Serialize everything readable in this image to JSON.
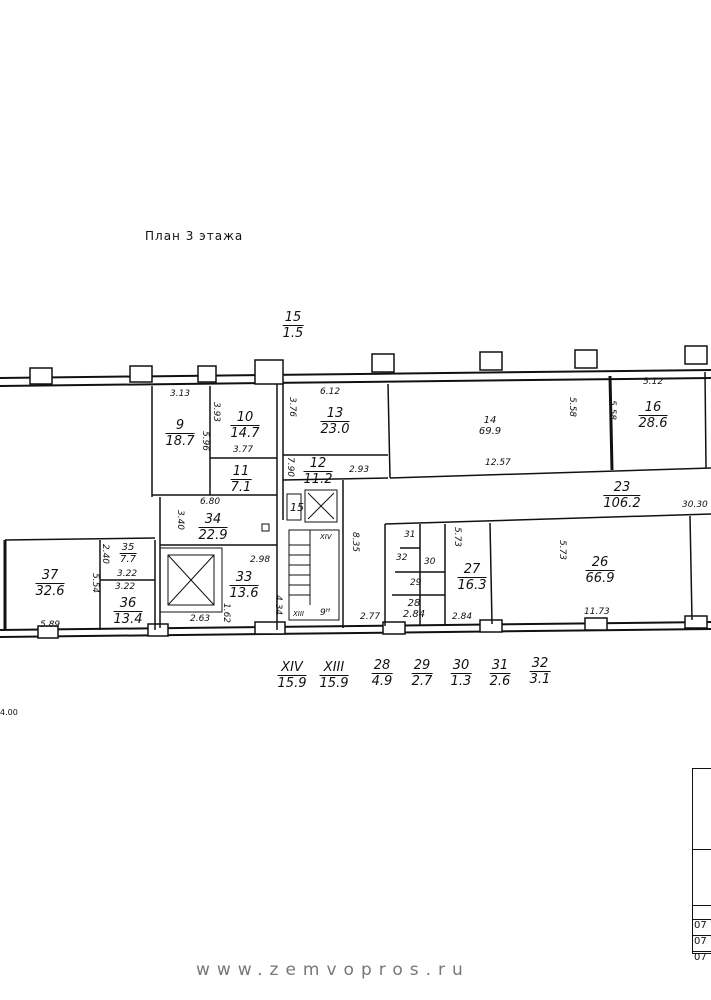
{
  "title": "План 3 этажа",
  "watermark": "www.zemvopros.ru",
  "scale_text": "4.00",
  "top_label": {
    "n": "15",
    "a": "1.5"
  },
  "rooms": [
    {
      "n": "9",
      "a": "18.7"
    },
    {
      "n": "10",
      "a": "14.7"
    },
    {
      "n": "11",
      "a": "7.1"
    },
    {
      "n": "12",
      "a": "11.2"
    },
    {
      "n": "13",
      "a": "23.0"
    },
    {
      "n": "14",
      "a": "69.9"
    },
    {
      "n": "16",
      "a": "28.6"
    },
    {
      "n": "23",
      "a": "106.2"
    },
    {
      "n": "34",
      "a": "22.9"
    },
    {
      "n": "33",
      "a": "13.6"
    },
    {
      "n": "35",
      "a": "7.7"
    },
    {
      "n": "36",
      "a": "13.4"
    },
    {
      "n": "37",
      "a": "32.6"
    },
    {
      "n": "27",
      "a": "16.3"
    },
    {
      "n": "26",
      "a": "66.9"
    },
    {
      "n": "28",
      "a": "2.84"
    }
  ],
  "small_labels": [
    "15",
    "32",
    "31",
    "30",
    "29",
    "XIV",
    "XIII",
    "9ᴴ"
  ],
  "dimensions": [
    "3.13",
    "5.96",
    "3.93",
    "3.77",
    "6.12",
    "3.76",
    "7.90",
    "2.93",
    "5.58",
    "12.57",
    "5.12",
    "5.58",
    "30.30",
    "6.80",
    "3.40",
    "2.98",
    "4.34",
    "2.40",
    "3.22",
    "3.22",
    "5.54",
    "5.89",
    "2.63",
    "1.62",
    "8.35",
    "2.77",
    "2.84",
    "5.73",
    "11.73",
    "5.73"
  ],
  "legend": [
    {
      "n": "XIV",
      "a": "15.9"
    },
    {
      "n": "XIII",
      "a": "15.9"
    },
    {
      "n": "28",
      "a": "4.9"
    },
    {
      "n": "29",
      "a": "2.7"
    },
    {
      "n": "30",
      "a": "1.3"
    },
    {
      "n": "31",
      "a": "2.6"
    },
    {
      "n": "32",
      "a": "3.1"
    }
  ],
  "stamp_rows": [
    "07",
    "07",
    "07"
  ]
}
